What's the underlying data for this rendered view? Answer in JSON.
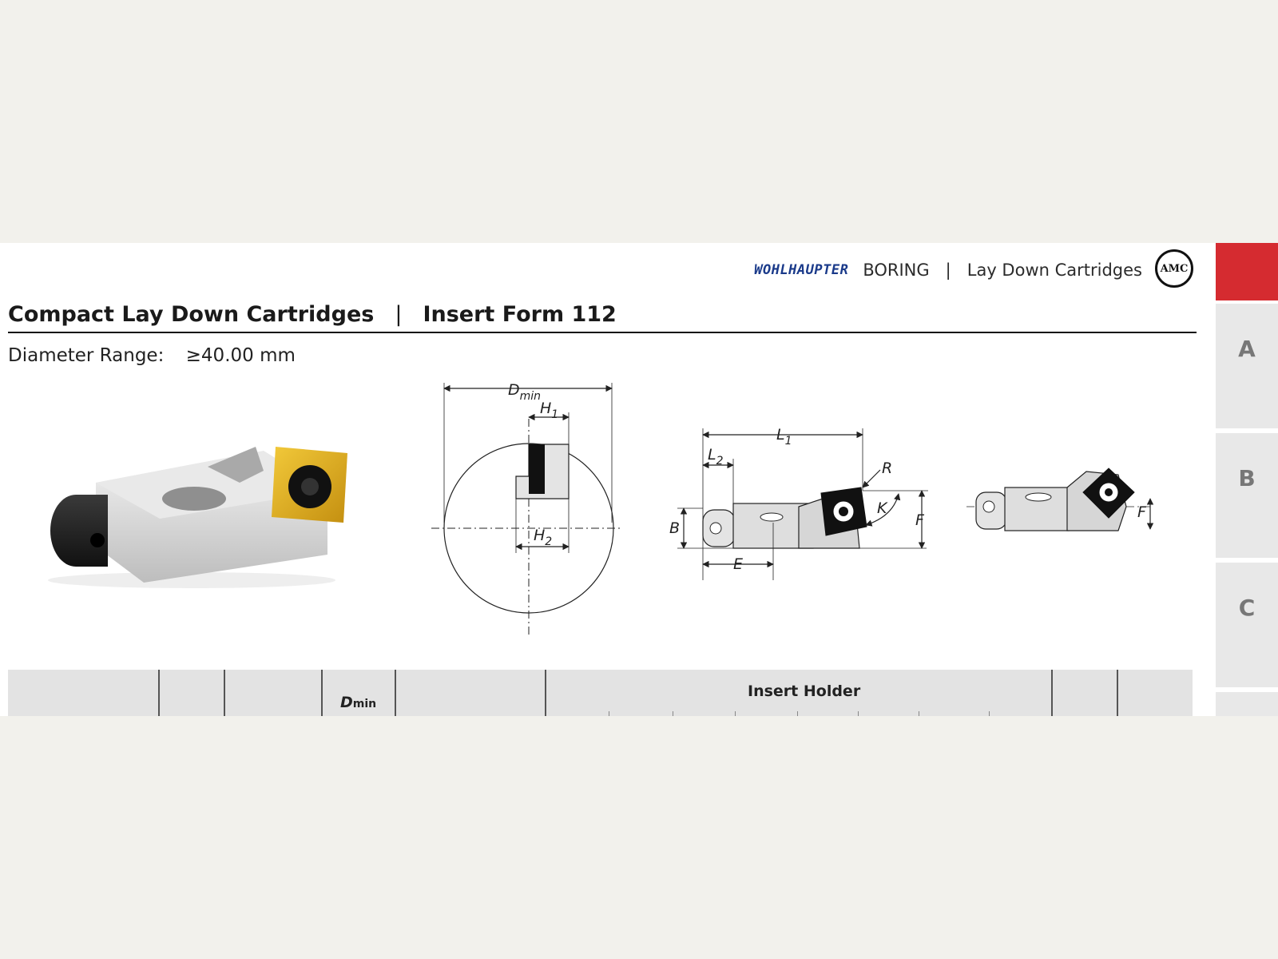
{
  "header": {
    "brand": "Wohlhaupter",
    "section": "BORING",
    "separator": "|",
    "category": "Lay Down Cartridges",
    "seal_text": "AMC"
  },
  "title": {
    "main": "Compact Lay Down Cartridges",
    "separator": "|",
    "secondary": "Insert Form 112"
  },
  "subtitle": {
    "label": "Diameter Range:",
    "value": "≥40.00 mm"
  },
  "side_tabs": [
    {
      "label": ""
    },
    {
      "label": "A"
    },
    {
      "label": "B"
    },
    {
      "label": "C"
    }
  ],
  "diagram_labels": {
    "dmin": "D",
    "dmin_sub": "min",
    "h1": "H",
    "h1_sub": "1",
    "h2": "H",
    "h2_sub": "2",
    "l1": "L",
    "l1_sub": "1",
    "l2": "L",
    "l2_sub": "2",
    "r": "R",
    "k": "K",
    "f": "F",
    "b": "B",
    "e": "E",
    "f2": "F"
  },
  "table": {
    "dmin_label": "D",
    "dmin_sub": "min",
    "insert_holder": "Insert Holder"
  },
  "colors": {
    "red_tab": "#d52b30",
    "insert_gold": "#e0b01c",
    "logo_blue": "#1a3a8a"
  }
}
